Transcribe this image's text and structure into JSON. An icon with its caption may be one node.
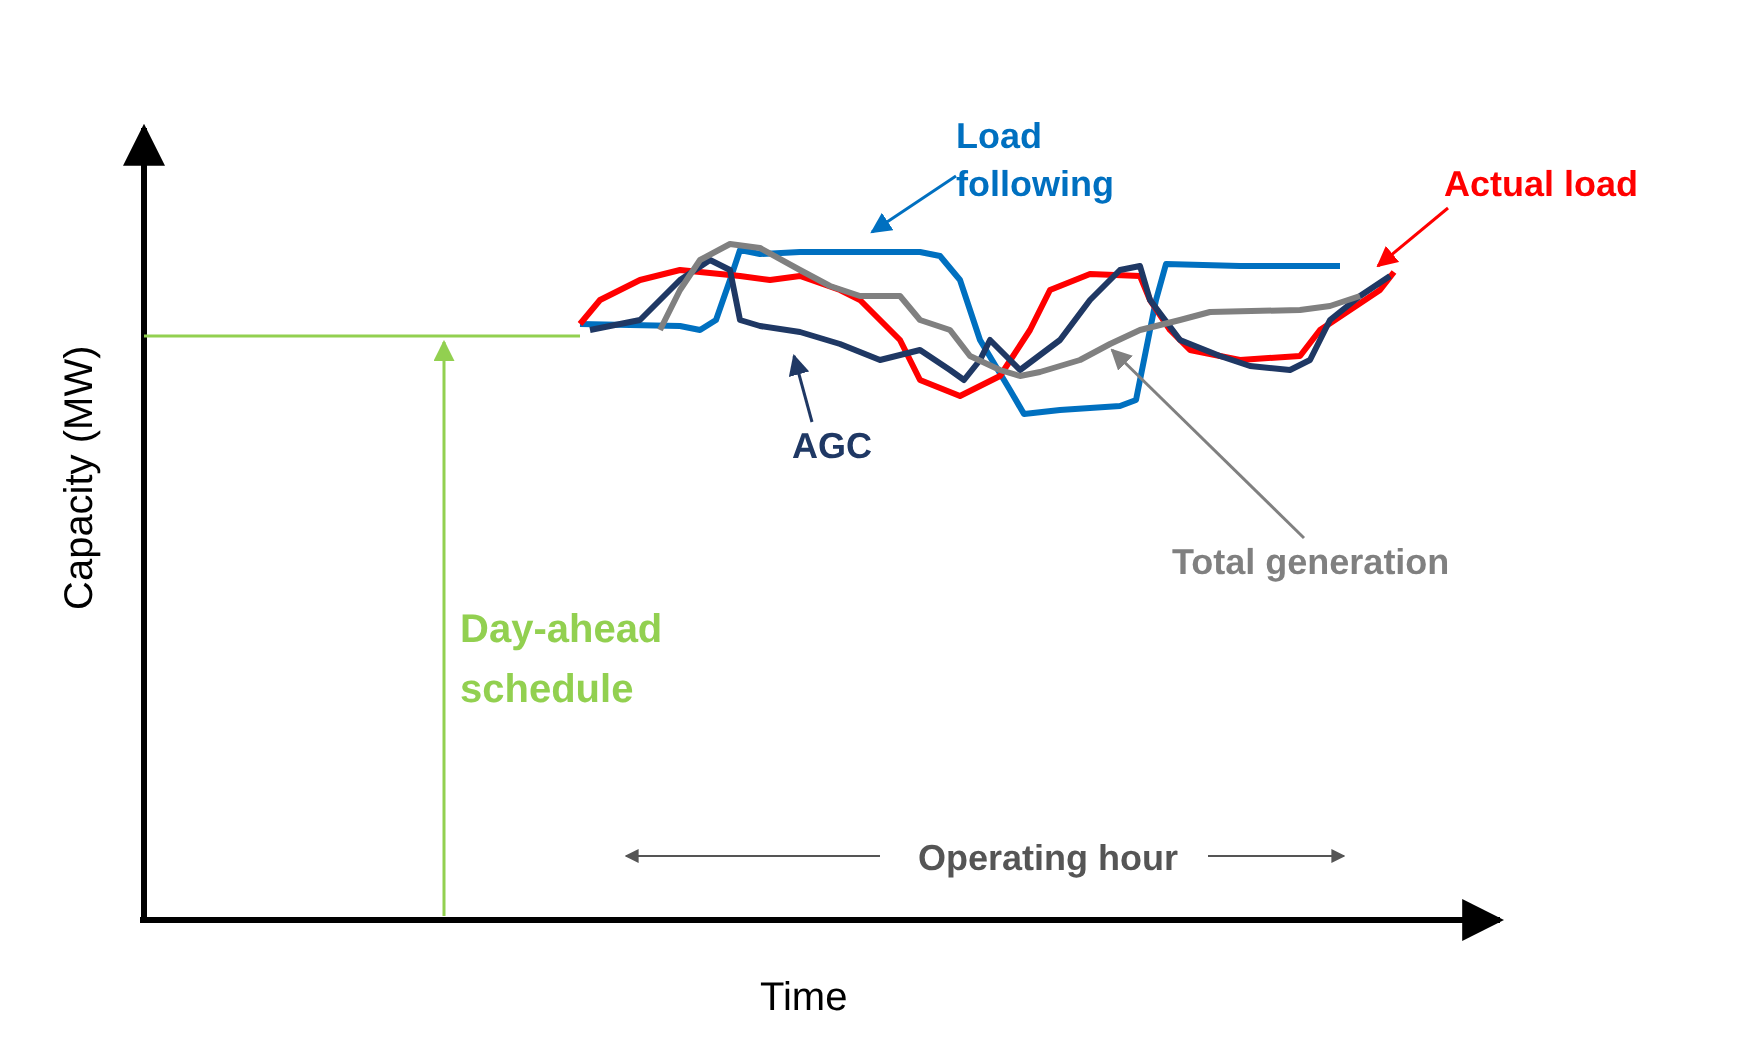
{
  "diagram": {
    "nodes": [
      {
        "text": [
          "Load following"
        ]
      },
      {
        "text": [],
        "shape": "line"
      },
      {
        "text": [
          "Actual load"
        ]
      },
      {
        "text": [],
        "shape": "line"
      },
      {
        "text": [
          "AGC"
        ]
      },
      {
        "text": [],
        "shape": "line"
      },
      {
        "text": [
          "Total generation"
        ]
      },
      {
        "text": [],
        "shape": "line"
      },
      {
        "text": [],
        "shape": "line"
      }
    ],
    "edges": [
      {
        "from": 0,
        "to": 1,
        "arrow": "to",
        "color": "#0070c0"
      },
      {
        "from": 2,
        "to": 3,
        "arrow": "to",
        "color": "#ff0000"
      },
      {
        "from": 4,
        "to": 5,
        "arrow": "to",
        "color": "#1f3864"
      },
      {
        "from": 6,
        "to": 7,
        "arrow": "to",
        "color": "#808080"
      },
      {
        "from": null,
        "to": 8,
        "arrow": "to",
        "color": "#92d050"
      }
    ],
    "labels": [
      "Capacity (MW)",
      "Time",
      "Day-ahead schedule",
      "Operating hour"
    ]
  }
}
